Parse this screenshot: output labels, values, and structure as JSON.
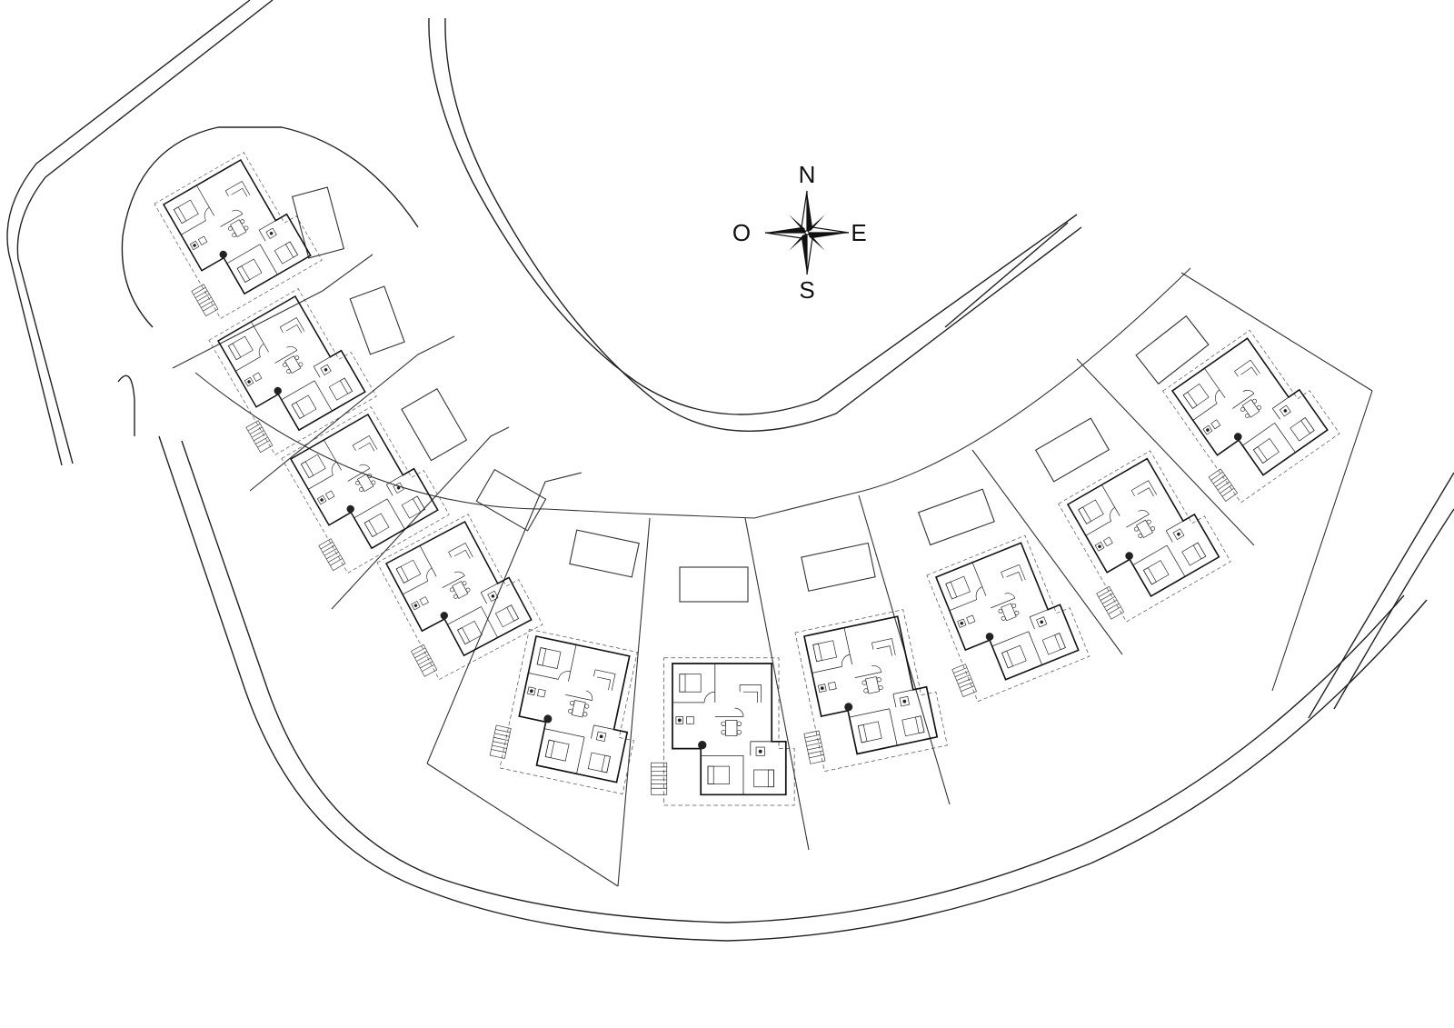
{
  "compass": {
    "north": "N",
    "south": "S",
    "east": "E",
    "west": "O"
  },
  "houses_count_label": "",
  "colors": {
    "line": "#222222",
    "background": "#ffffff"
  }
}
